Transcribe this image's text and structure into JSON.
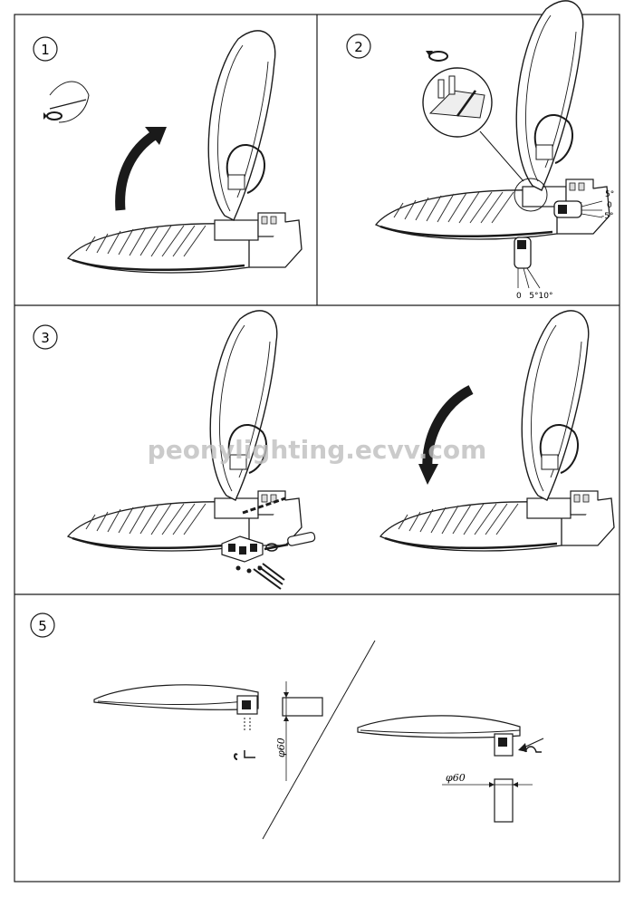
{
  "steps": {
    "s1": "1",
    "s2": "2",
    "s3": "3",
    "s5": "5"
  },
  "tilt": {
    "side_plus": "5°",
    "side_zero": "0",
    "side_minus": "-5°",
    "bottom": "0   5°10°"
  },
  "dimension": {
    "pipe_left": "φ60",
    "pipe_right": "φ60"
  },
  "watermark": "peonylighting.ecvv.com",
  "colors": {
    "line": "#1a1a1a",
    "fill": "#ffffff",
    "shade": "#cfcfcf",
    "watermark": "#bfbfbf"
  }
}
